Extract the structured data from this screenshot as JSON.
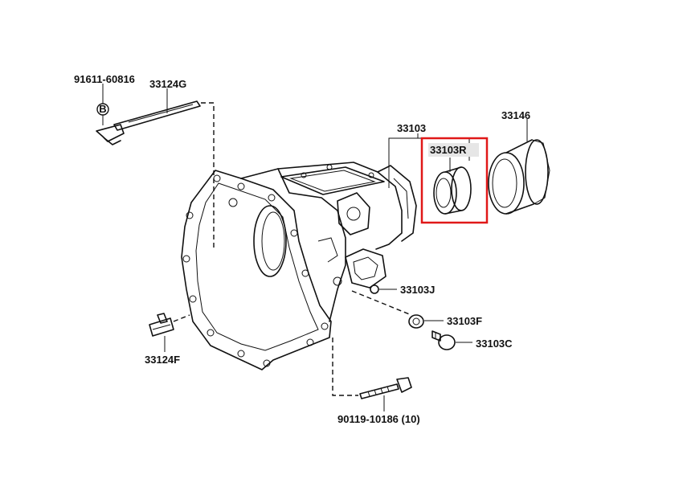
{
  "labels": {
    "bolt_top": "91611-60816",
    "rod": "33124G",
    "case": "33103",
    "seal_highlight": "33103R",
    "boot": "33146",
    "plug_j": "33103J",
    "washer_f": "33103F",
    "plug_c": "33103C",
    "fork": "33124F",
    "bolt_bottom": "90119-10186 (10)",
    "marker_b": "B"
  },
  "colors": {
    "highlight_box": "#e01818",
    "label_bg": "#e6e6e6",
    "ink": "#111111"
  }
}
